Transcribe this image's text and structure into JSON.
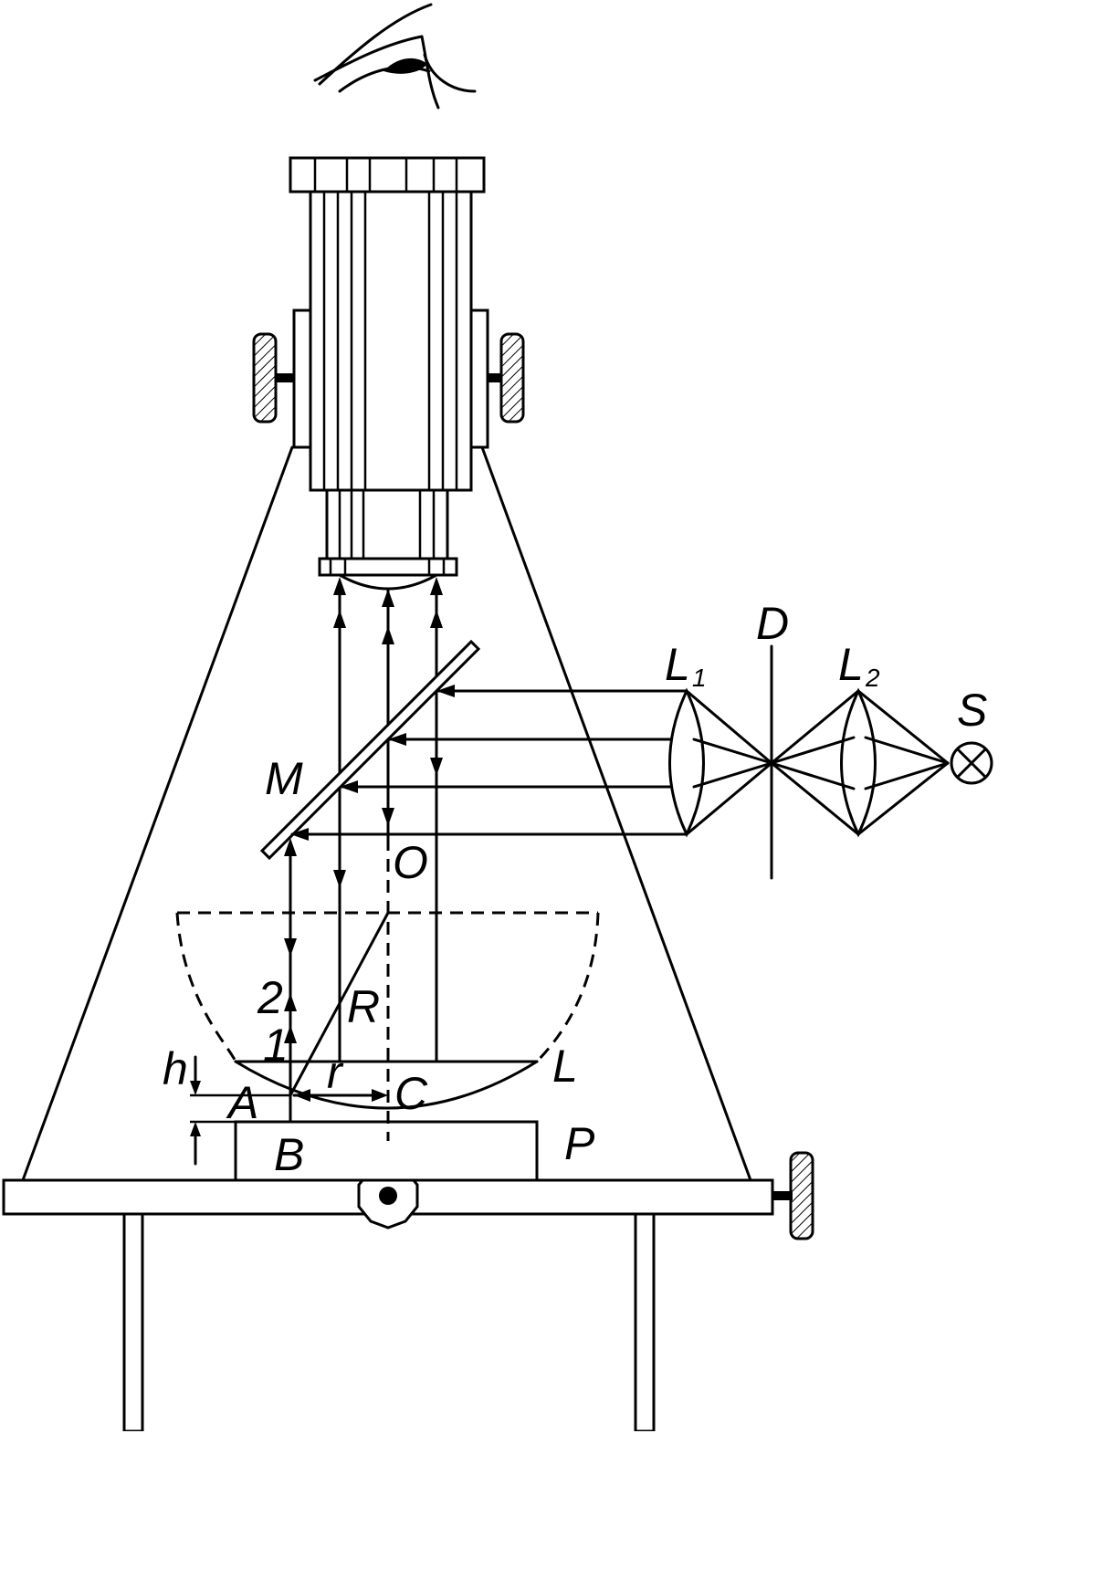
{
  "labels": {
    "mirror": "M",
    "diaphragm": "D",
    "lens1_main": "L",
    "lens1_sub": "1",
    "lens2_main": "L",
    "lens2_sub": "2",
    "source": "S",
    "center": "O",
    "radius": "R",
    "ray2": "2",
    "ray1": "1",
    "gap": "h",
    "point_a": "A",
    "point_b": "B",
    "point_c": "C",
    "small_r": "r",
    "lens": "L",
    "plate": "P"
  },
  "colors": {
    "ink": "#000000",
    "paper": "#ffffff"
  },
  "icons": [
    "eye-icon",
    "light-source-icon"
  ]
}
